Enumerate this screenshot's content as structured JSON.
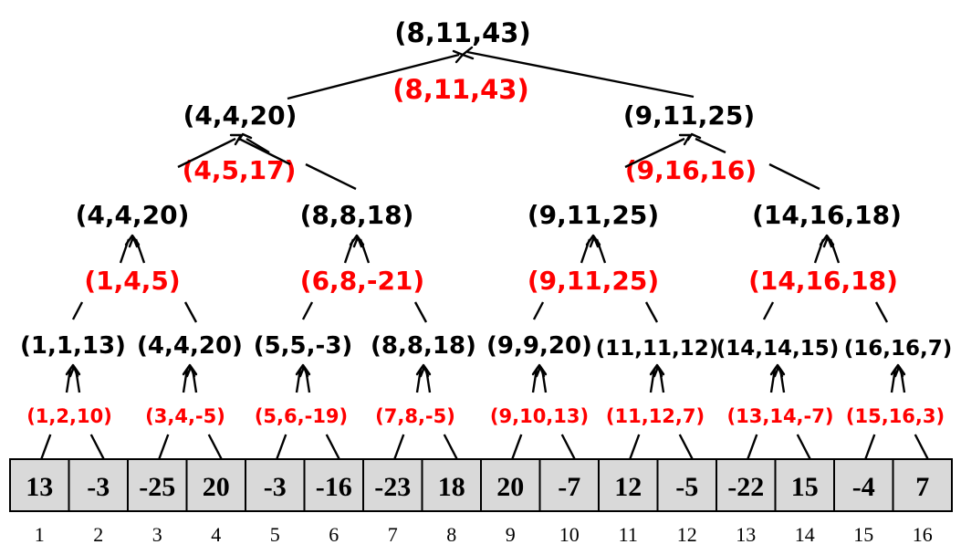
{
  "colors": {
    "merge": "#ff0000",
    "node": "#000000",
    "cell_fill": "#d9d9d9"
  },
  "array": {
    "values": [
      "13",
      "-3",
      "-25",
      "20",
      "-3",
      "-16",
      "-23",
      "18",
      "20",
      "-7",
      "12",
      "-5",
      "-22",
      "15",
      "-4",
      "7"
    ],
    "indices": [
      "1",
      "2",
      "3",
      "4",
      "5",
      "6",
      "7",
      "8",
      "9",
      "10",
      "11",
      "12",
      "13",
      "14",
      "15",
      "16"
    ]
  },
  "tree": {
    "level4": [
      "(1,1,13)",
      "(4,4,20)",
      "(5,5,-3)",
      "(8,8,18)",
      "(9,9,20)",
      "(11,11,12)",
      "(14,14,15)",
      "(16,16,7)"
    ],
    "merge4": [
      "(1,2,10)",
      "(3,4,-5)",
      "(5,6,-19)",
      "(7,8,-5)",
      "(9,10,13)",
      "(11,12,7)",
      "(13,14,-7)",
      "(15,16,3)"
    ],
    "level3": [
      "(4,4,20)",
      "(8,8,18)",
      "(9,11,25)",
      "(14,16,18)"
    ],
    "merge3": [
      "(1,4,5)",
      "(6,8,-21)",
      "(9,11,25)",
      "(14,16,18)"
    ],
    "level2": [
      "(4,4,20)",
      "(9,11,25)"
    ],
    "merge2": [
      "(4,5,17)",
      "(9,16,16)"
    ],
    "level1": [
      "(8,11,43)"
    ],
    "merge1": [
      "(8,11,43)"
    ]
  }
}
